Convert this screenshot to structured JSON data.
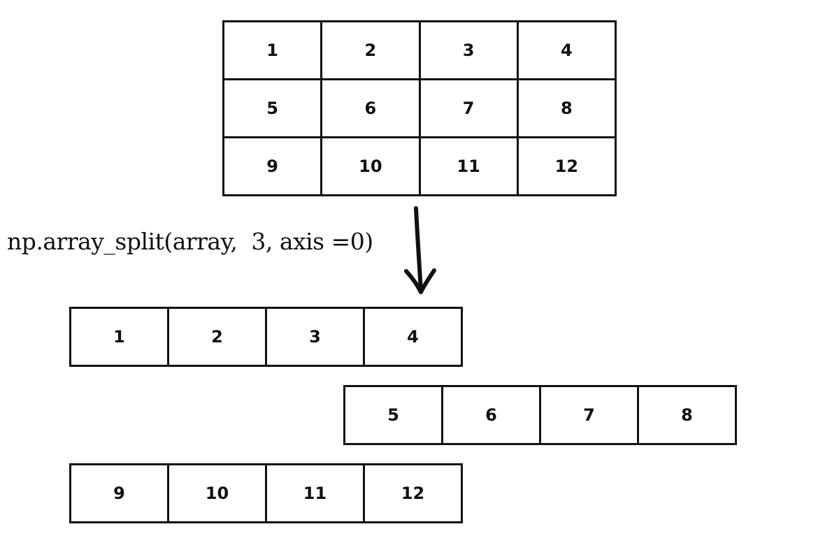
{
  "source_array": [
    [
      "1",
      "2",
      "3",
      "4"
    ],
    [
      "5",
      "6",
      "7",
      "8"
    ],
    [
      "9",
      "10",
      "11",
      "12"
    ]
  ],
  "code_label": "np.array_split(array,  3, axis =0)",
  "split_rows": [
    [
      "1",
      "2",
      "3",
      "4"
    ],
    [
      "5",
      "6",
      "7",
      "8"
    ],
    [
      "9",
      "10",
      "11",
      "12"
    ]
  ],
  "icons": {
    "arrow": "down-arrow-icon"
  }
}
